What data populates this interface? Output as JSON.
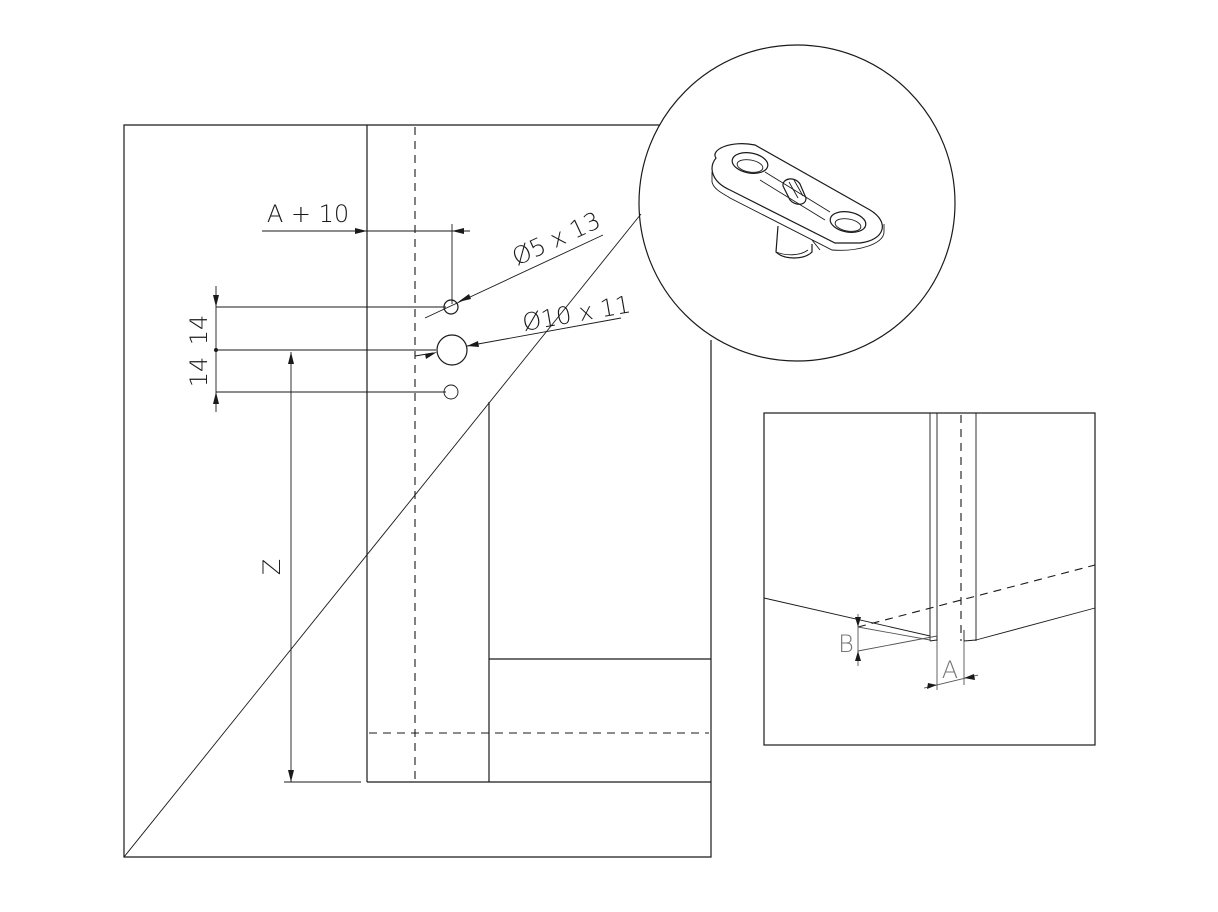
{
  "labels": {
    "a_plus_10": "A + 10",
    "hole_small": "Ø5 x 13",
    "hole_large": "Ø10 x 11",
    "spacing_top": "14",
    "spacing_bottom": "14",
    "height_z": "Z",
    "detail_b": "B",
    "detail_a": "A"
  },
  "icons": {
    "connector_fitting": "connector-fitting-icon"
  },
  "colors": {
    "line": "#1a1a1a",
    "detail_label": "#777777"
  }
}
